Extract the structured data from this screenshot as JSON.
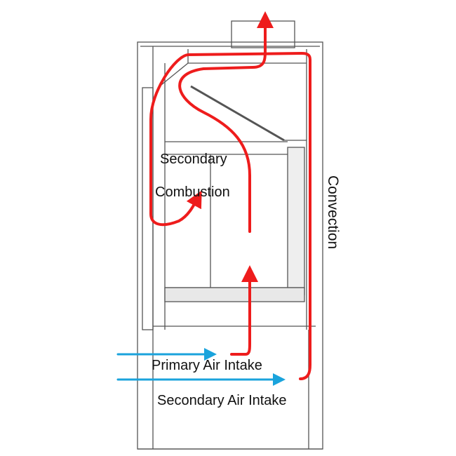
{
  "labels": {
    "secondary": "Secondary",
    "combustion": "Combustion",
    "convection": "Convection",
    "primary_air": "Primary Air Intake",
    "secondary_air": "Secondary Air Intake"
  },
  "colors": {
    "flow": "#ee1c1c",
    "air": "#1aa3dc",
    "line": "#555555"
  }
}
